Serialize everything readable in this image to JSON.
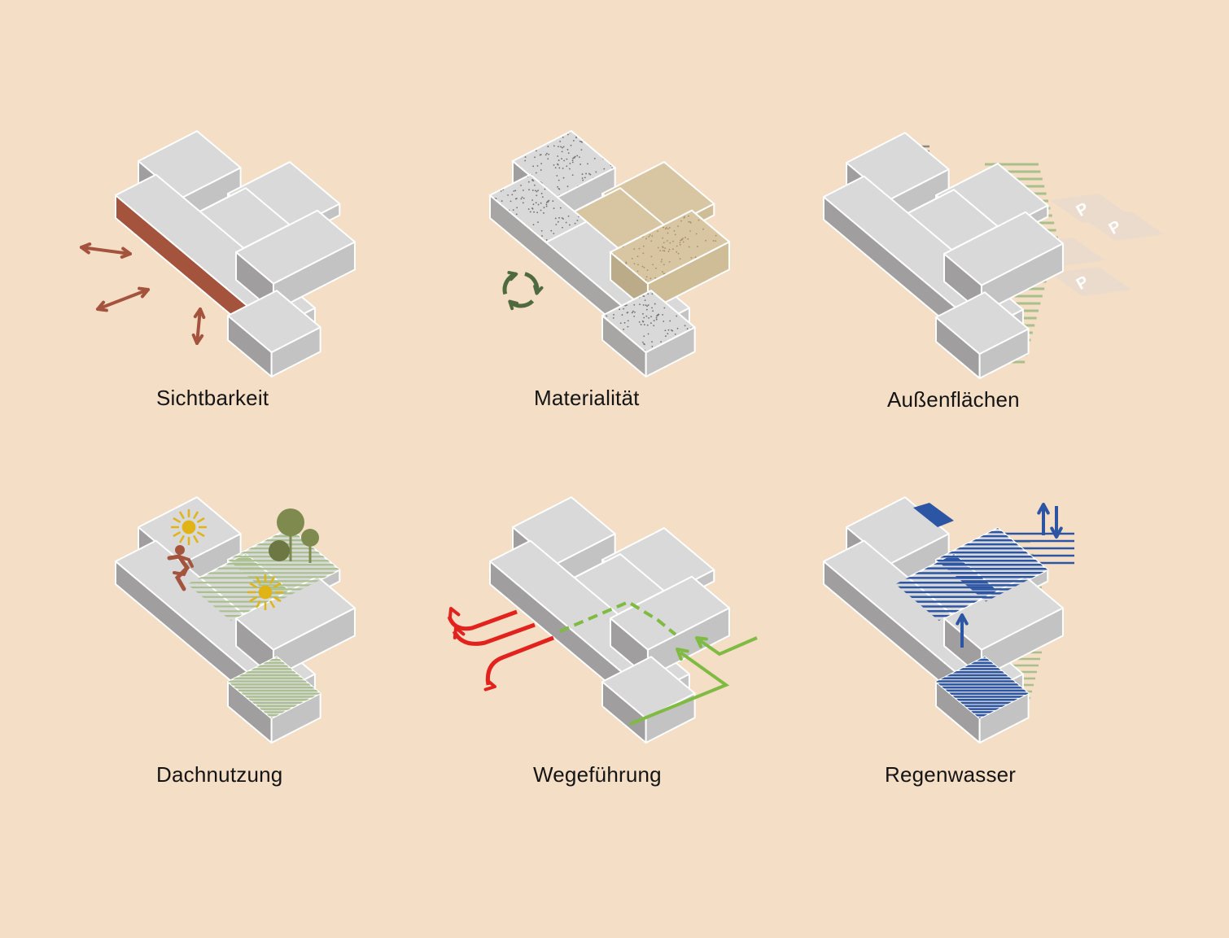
{
  "palette": {
    "background": "#f4dec6",
    "roof": "#d9d9d9",
    "wall_light": "#c4c3c3",
    "wall_dark": "#a09e9e",
    "outline": "#ffffff",
    "brick": "#a4533c",
    "recycle_green": "#4f6b3e",
    "sand": "#d8c6a2",
    "lawn": "#a9c08c",
    "parking": "#eadbcd",
    "sun": "#e0b416",
    "tree": "#7e8a4e",
    "path_red": "#e2221c",
    "path_green": "#7fbb42",
    "water_blue": "#2c56a4"
  },
  "icons": {
    "sichtbarkeit": [
      "double-arrow-icon",
      "double-arrow-icon",
      "double-arrow-icon"
    ],
    "materialitaet": [
      "recycle-icon"
    ],
    "aussenflaechen": [
      "parking-icon"
    ],
    "dachnutzung": [
      "sun-icon",
      "sun-icon",
      "runner-icon",
      "tree-icon"
    ],
    "wegefuehrung": [
      "path-arrow-icon"
    ],
    "regenwasser": [
      "up-arrow-icon",
      "up-down-arrows-icon",
      "solar-panel-icon"
    ]
  },
  "parking_label": "P",
  "captions": {
    "sichtbarkeit": "Sichtbarkeit",
    "materialitaet": "Materialität",
    "aussenflaechen": "Außenflächen",
    "dachnutzung": "Dachnutzung",
    "wegefuehrung": "Wegeführung",
    "regenwasser": "Regenwasser"
  }
}
